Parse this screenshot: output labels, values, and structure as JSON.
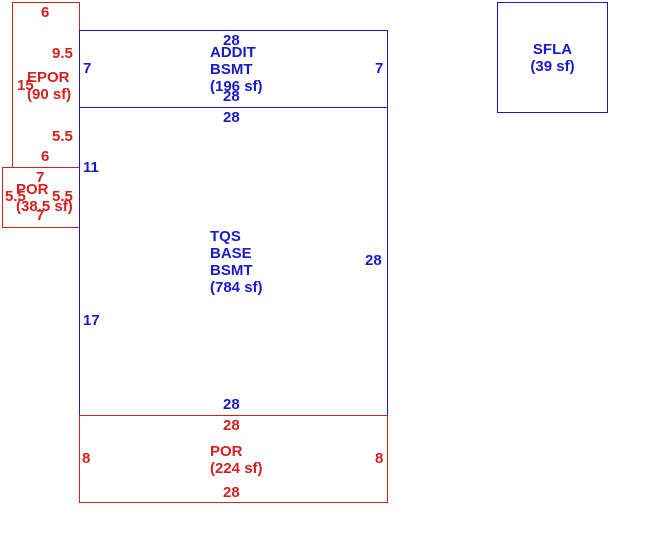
{
  "areas": {
    "addit_bsmt": {
      "line1": "ADDIT",
      "line2": "BSMT",
      "line3": "(196 sf)"
    },
    "tqs_base_bsmt": {
      "line1": "TQS",
      "line2": "BASE",
      "line3": "BSMT",
      "line4": "(784 sf)"
    },
    "por_bottom": {
      "line1": "POR",
      "line2": "(224 sf)"
    },
    "epor": {
      "line1": "EPOR",
      "line2": "(90 sf)"
    },
    "por_left": {
      "line1": "POR",
      "line2": "(38.5 sf)"
    },
    "sfla": {
      "line1": "SFLA",
      "line2": "(39 sf)"
    }
  },
  "dimensions": {
    "addit_top": "28",
    "addit_left": "7",
    "addit_right": "7",
    "addit_bottom": "28",
    "tqs_top": "28",
    "tqs_left_upper": "11",
    "tqs_left_lower": "17",
    "tqs_right": "28",
    "tqs_bottom": "28",
    "por_top": "28",
    "por_left": "8",
    "por_right": "8",
    "por_bottom": "28",
    "epor_top": "6",
    "epor_right_upper": "9.5",
    "epor_left": "15",
    "epor_right_lower": "5.5",
    "epor_bottom": "6",
    "porl_top": "7",
    "porl_left": "5.5",
    "porl_right": "5.5",
    "porl_bottom": "7"
  },
  "colors": {
    "blue": "#1a1acc",
    "red": "#d42020"
  }
}
